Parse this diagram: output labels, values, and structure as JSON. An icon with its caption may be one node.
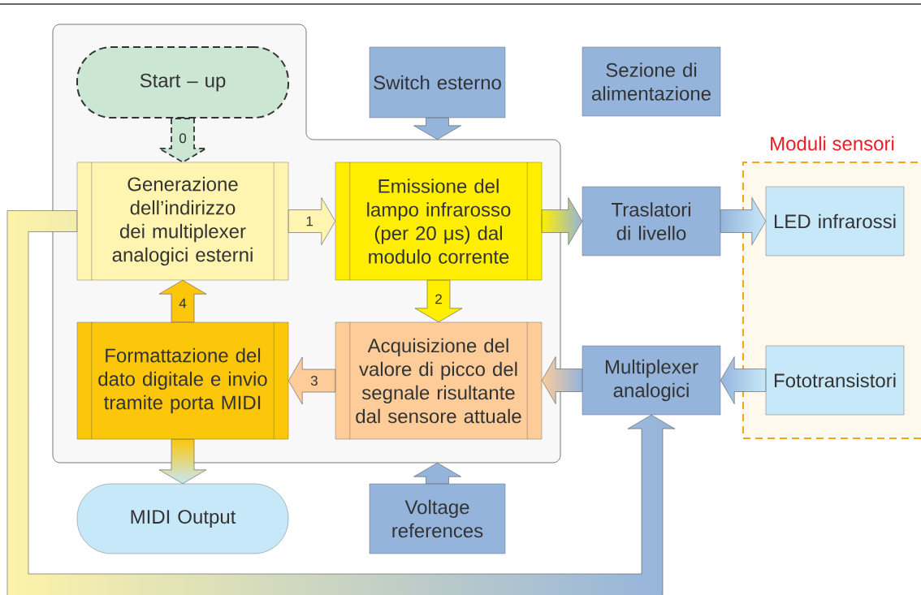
{
  "diagram": {
    "nodes": [
      {
        "text": [],
        "shape": "box"
      },
      {
        "text": [
          "Start – up"
        ],
        "in": 0
      },
      {
        "text": [
          "Switch esterno"
        ]
      },
      {
        "text": [
          "Sezione di alimentazione"
        ]
      },
      {
        "text": [
          "Generazione dell’indirizzo dei multiplexer analogici esterni"
        ],
        "in": 0
      },
      {
        "text": [
          "Emissione del lampo infrarosso (per 20 μs) dal modulo corrente"
        ],
        "in": 0
      },
      {
        "text": [
          "Traslatori di livello"
        ]
      },
      {
        "text": [
          "Moduli sensori"
        ]
      },
      {
        "text": [
          "LED infrarossi"
        ],
        "in": 7
      },
      {
        "text": [
          "Formattazione del dato digitale e invio tramite porta MIDI"
        ],
        "in": 0
      },
      {
        "text": [
          "Acquisizione del valore di picco del segnale risultante dal sensore attuale"
        ],
        "in": 0
      },
      {
        "text": [
          "Multiplexer analogici"
        ]
      },
      {
        "text": [
          "Fototransistori"
        ],
        "in": 7
      },
      {
        "text": [
          "MIDI Output"
        ]
      },
      {
        "text": [
          "Voltage references"
        ]
      }
    ],
    "edges": [
      {
        "from": 1,
        "to": 4,
        "arrow": "to",
        "label": "0",
        "style": "dashed"
      },
      {
        "from": 4,
        "to": 5,
        "arrow": "to",
        "label": "1"
      },
      {
        "from": 5,
        "to": 10,
        "arrow": "to",
        "label": "2"
      },
      {
        "from": 10,
        "to": 9,
        "arrow": "to",
        "label": "3"
      },
      {
        "from": 9,
        "to": 4,
        "arrow": "to",
        "label": "4"
      },
      {
        "from": 2,
        "to": 0,
        "arrow": "to"
      },
      {
        "from": 14,
        "to": 0,
        "arrow": "to"
      },
      {
        "from": 5,
        "to": 6,
        "arrow": "to"
      },
      {
        "from": 6,
        "to": 8,
        "arrow": "to"
      },
      {
        "from": 12,
        "to": 11,
        "arrow": "to"
      },
      {
        "from": 11,
        "to": 10,
        "arrow": "to"
      },
      {
        "from": 9,
        "to": 13,
        "arrow": "to"
      },
      {
        "from": 4,
        "to": 11,
        "arrow": "to"
      }
    ]
  }
}
